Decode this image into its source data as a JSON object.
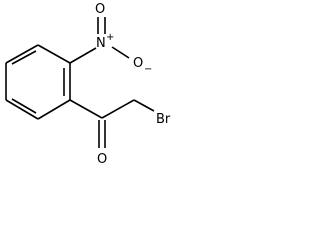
{
  "molecule": {
    "atoms": {
      "nitro_nitrogen": "N",
      "nitro_nitrogen_charge": "+",
      "nitro_oxygen_top": "O",
      "nitro_oxygen_right": "O",
      "nitro_oxygen_right_charge": "−",
      "carbonyl_oxygen": "O",
      "bromine": "Br"
    }
  }
}
